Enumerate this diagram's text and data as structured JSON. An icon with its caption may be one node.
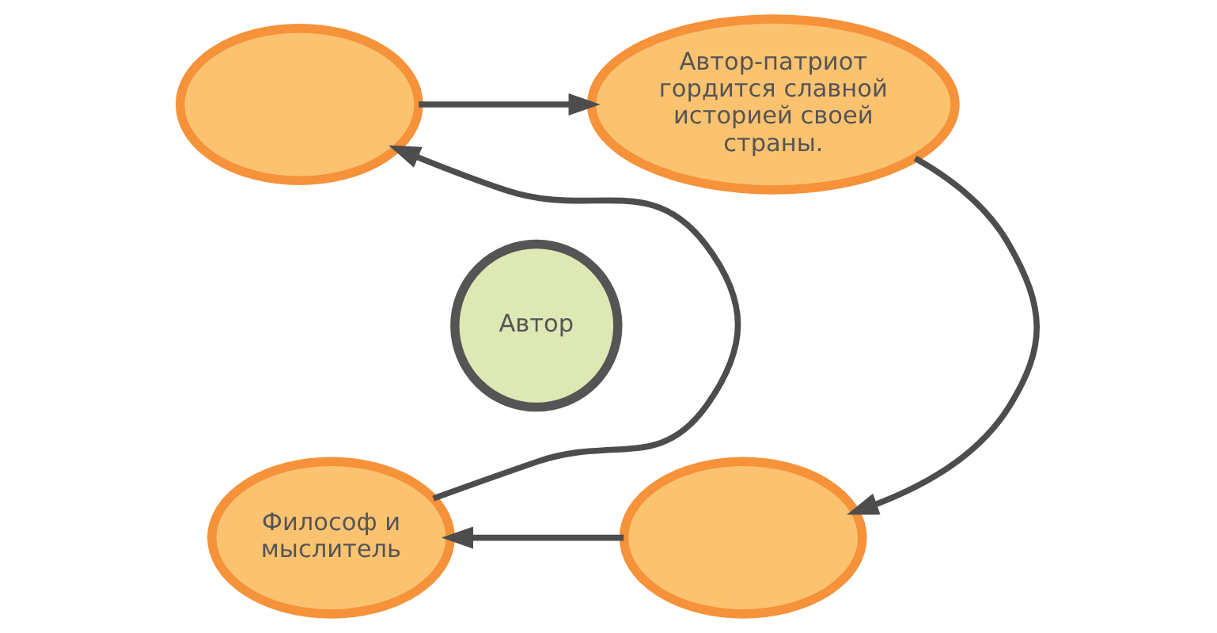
{
  "diagram": {
    "nodes": [
      {
        "text": [],
        "shape": "ellipse"
      },
      {
        "text": [
          "Автор-патриот гордится славной историей своей страны."
        ]
      },
      {
        "text": [
          "Автор"
        ]
      },
      {
        "text": [
          "Философ и мыслитель"
        ]
      },
      {
        "text": [],
        "shape": "ellipse"
      }
    ],
    "edges": [
      {
        "from": 0,
        "to": 1,
        "arrow": "to"
      },
      {
        "from": 1,
        "to": 4,
        "arrow": "to"
      },
      {
        "from": 4,
        "to": 3,
        "arrow": "to"
      },
      {
        "from": 3,
        "to": 0,
        "arrow": "to"
      }
    ]
  }
}
